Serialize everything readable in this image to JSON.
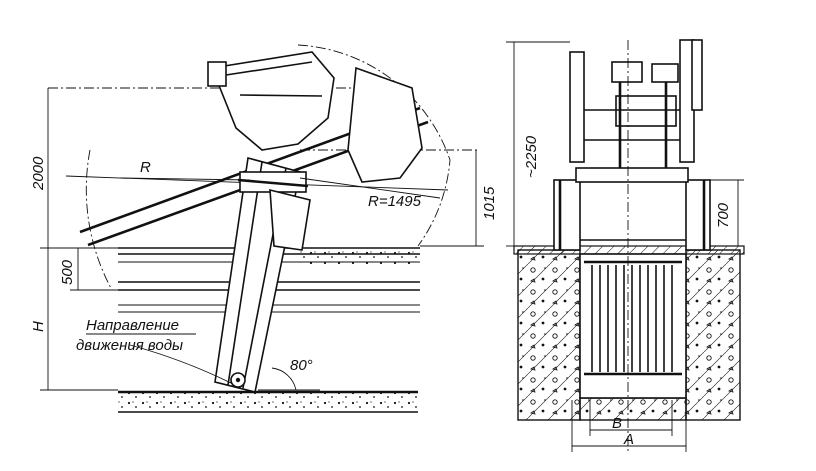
{
  "labels": {
    "dim_2000": "2000",
    "dim_500": "500",
    "dim_H": "H",
    "dim_R": "R",
    "dim_R1495": "R=1495",
    "dim_1015": "1015",
    "angle_80": "80°",
    "water_direction_line1": "Направление",
    "water_direction_line2": "движения воды",
    "dim_2250": "~2250",
    "dim_700": "700",
    "dim_B": "B",
    "dim_A": "A"
  },
  "colors": {
    "ink": "#111111",
    "paper": "#ffffff"
  }
}
